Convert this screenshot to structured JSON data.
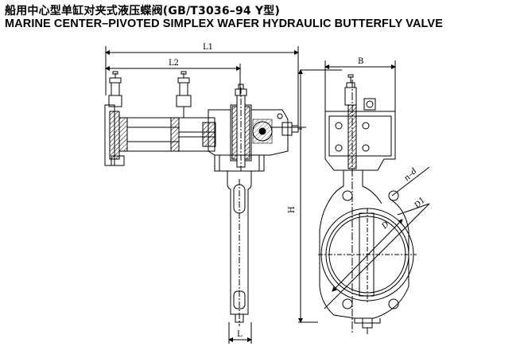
{
  "title": {
    "cn": "船用中心型单缸对夹式液压蝶阀(GB/T3036–94 Y型)",
    "en": "MARINE CENTER–PIVOTED SIMPLEX WAFER HYDRAULIC BUTTERFLY VALVE"
  },
  "dimensions": {
    "L1": "L1",
    "L2": "L2",
    "L": "L",
    "B": "B",
    "H": "H",
    "D": "D",
    "D1": "D1",
    "nd": "n–d"
  },
  "colors": {
    "line": "#000000",
    "hatch": "#000000",
    "background": "#ffffff"
  }
}
